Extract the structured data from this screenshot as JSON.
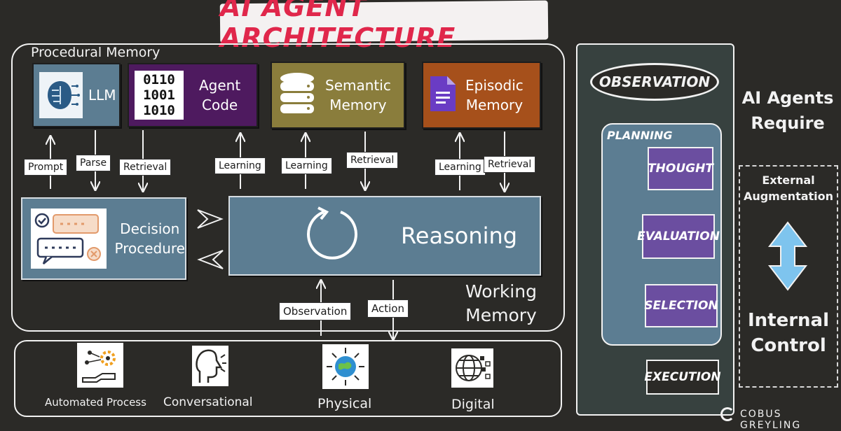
{
  "title": "AI AGENT ARCHITECTURE",
  "procedural_memory": "Procedural Memory",
  "modules": {
    "llm": "LLM",
    "agent_code_line1": "Agent",
    "agent_code_line2": "Code",
    "binary_line1": "0110",
    "binary_line2": "1001",
    "binary_line3": "1010",
    "semantic_line1": "Semantic",
    "semantic_line2": "Memory",
    "episodic_line1": "Episodic",
    "episodic_line2": "Memory"
  },
  "edges": {
    "prompt": "Prompt",
    "parse": "Parse",
    "retrieval_1": "Retrieval",
    "learning_1": "Learning",
    "learning_2": "Learning",
    "retrieval_2": "Retrieval",
    "learning_3": "Learning",
    "retrieval_3": "Retrieval",
    "observation": "Observation",
    "action": "Action"
  },
  "decision_line1": "Decision",
  "decision_line2": "Procedure",
  "reasoning": "Reasoning",
  "working_memory_line1": "Working",
  "working_memory_line2": "Memory",
  "environments": {
    "automated": "Automated Process",
    "conversational": "Conversational",
    "physical": "Physical",
    "digital": "Digital"
  },
  "loop": {
    "observation": "OBSERVATION",
    "planning": "PLANNING",
    "thought": "THOUGHT",
    "evaluation": "EVALUATION",
    "selection": "SELECTION",
    "execution": "EXECUTION"
  },
  "sidebar": {
    "require_line1": "AI Agents",
    "require_line2": "Require",
    "augment_line1": "External",
    "augment_line2": "Augmentation",
    "internal_line1": "Internal",
    "internal_line2": "Control"
  },
  "footer": "COBUS GREYLING",
  "colors": {
    "llm": "#5c7d92",
    "agent_code": "#4e1a5f",
    "semantic": "#8a7d3c",
    "episodic": "#a6501b",
    "reasoning": "#5c7d92",
    "title": "#e0274b",
    "step": "#6b4ea0"
  }
}
